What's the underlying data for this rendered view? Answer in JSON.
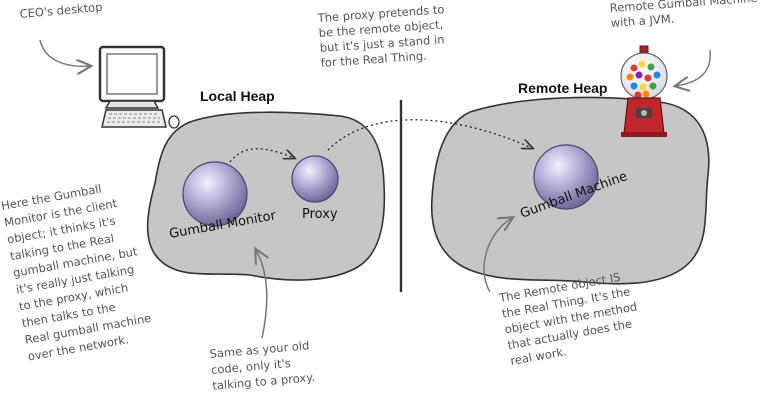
{
  "heaps": {
    "local_title": "Local Heap",
    "remote_title": "Remote Heap"
  },
  "objects": {
    "monitor_label": "Gumball Monitor",
    "proxy_label": "Proxy",
    "machine_label": "Gumball Machine"
  },
  "notes": {
    "ceo_desktop": "CEO's desktop",
    "proxy_note": [
      "The proxy pretends to",
      "be the remote object,",
      "but it's just a stand in",
      "for the Real Thing."
    ],
    "remote_machine_note": [
      "Remote Gumball Machine",
      "with a JVM."
    ],
    "client_note": [
      "Here the Gumball",
      "Monitor is the client",
      "object; it thinks it's",
      "talking to the Real",
      "gumball machine, but",
      "it's really just talking",
      "to the proxy, which",
      "then talks to the",
      "Real gumball machine",
      "over the network."
    ],
    "old_code_note": [
      "Same as your old",
      "code, only it's",
      "talking to a proxy."
    ],
    "real_thing_note": [
      "The Remote object IS",
      "the Real Thing. It's the",
      "object with the method",
      "that actually does the",
      "real work."
    ]
  },
  "colors": {
    "heap_fill": "#c8c8c8",
    "heap_stroke": "#333333",
    "sphere_base": "#8f86b8",
    "sphere_light": "#e9e6f6",
    "gumball_body": "#c0272d"
  },
  "icons": [
    "computer-icon",
    "gumball-machine-icon"
  ]
}
